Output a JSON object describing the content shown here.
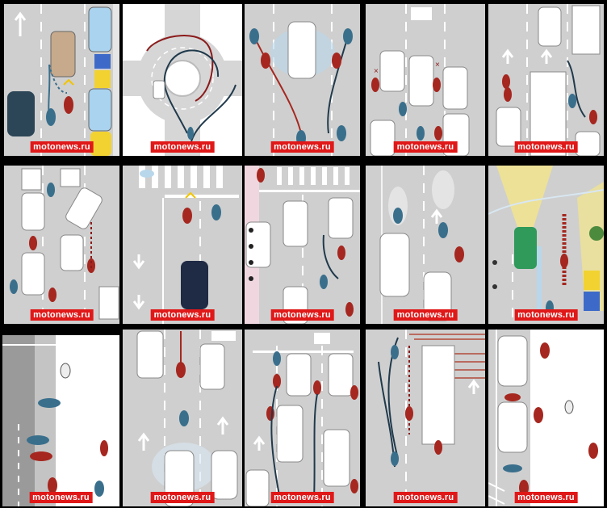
{
  "watermark": "motonews.ru",
  "colors": {
    "road": "#cfcfcf",
    "lane_marking": "#ffffff",
    "car": "#ffffff",
    "moto_red": "#a5271f",
    "moto_blue": "#3a6f8c",
    "path_dark": "#203a4c",
    "warning_mark": "#8b1a1a",
    "watermark_bg": "#e01818",
    "yellow_beam": "#f4e58a",
    "dark_car": "#1f2a44",
    "green_car": "#2f9a5a"
  },
  "tiles": [
    {
      "id": 1,
      "scene": "lane-split-between-parked-cars"
    },
    {
      "id": 2,
      "scene": "roundabout-paths"
    },
    {
      "id": 3,
      "scene": "overtake-around-car"
    },
    {
      "id": 4,
      "scene": "filtering-traffic-jam"
    },
    {
      "id": 5,
      "scene": "passing-bus"
    },
    {
      "id": 6,
      "scene": "car-merging-from-side"
    },
    {
      "id": 7,
      "scene": "crosswalk-stop"
    },
    {
      "id": 8,
      "scene": "intersection-crosswalk"
    },
    {
      "id": 9,
      "scene": "empty-lanes"
    },
    {
      "id": 10,
      "scene": "headlight-visibility"
    },
    {
      "id": 11,
      "scene": "curved-road-group"
    },
    {
      "id": 12,
      "scene": "lane-position-behind-cars"
    },
    {
      "id": 13,
      "scene": "lane-change-paths"
    },
    {
      "id": 14,
      "scene": "passing-truck"
    },
    {
      "id": 15,
      "scene": "parking-area"
    }
  ]
}
